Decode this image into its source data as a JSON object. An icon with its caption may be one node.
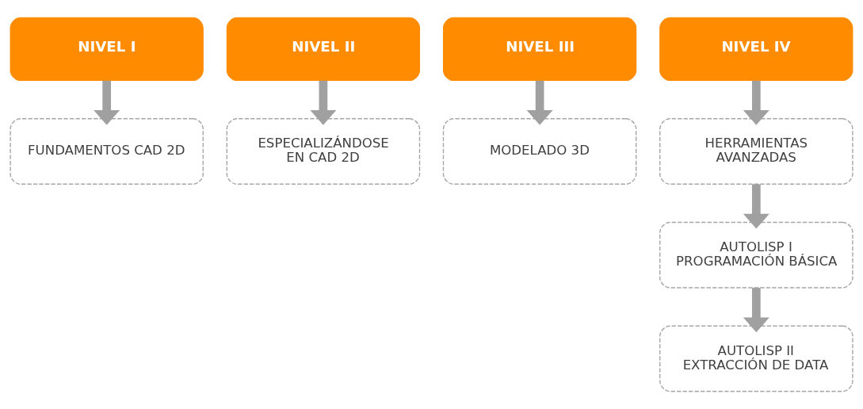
{
  "diagram": {
    "nodes": [
      {
        "text": [
          "NIVEL I"
        ]
      },
      {
        "text": [
          "NIVEL II"
        ]
      },
      {
        "text": [
          "NIVEL III"
        ]
      },
      {
        "text": [
          "NIVEL IV"
        ]
      },
      {
        "text": [
          "FUNDAMENTOS CAD 2D"
        ]
      },
      {
        "text": [
          "ESPECIALIZÁNDOSE EN CAD 2D"
        ]
      },
      {
        "text": [
          "MODELADO 3D"
        ]
      },
      {
        "text": [
          "HERRAMIENTAS AVANZADAS"
        ]
      },
      {
        "text": [
          "AUTOLISP I PROGRAMACIÓN BÁSICA"
        ]
      },
      {
        "text": [
          "AUTOLISP II EXTRACCIÓN DE DATA"
        ]
      }
    ],
    "edges": [
      {
        "from": 0,
        "to": 4,
        "arrow": "to"
      },
      {
        "from": 1,
        "to": 5,
        "arrow": "to"
      },
      {
        "from": 2,
        "to": 6,
        "arrow": "to"
      },
      {
        "from": 3,
        "to": 7,
        "arrow": "to"
      },
      {
        "from": 7,
        "to": 8,
        "arrow": "to"
      },
      {
        "from": 8,
        "to": 9,
        "arrow": "to"
      }
    ]
  }
}
